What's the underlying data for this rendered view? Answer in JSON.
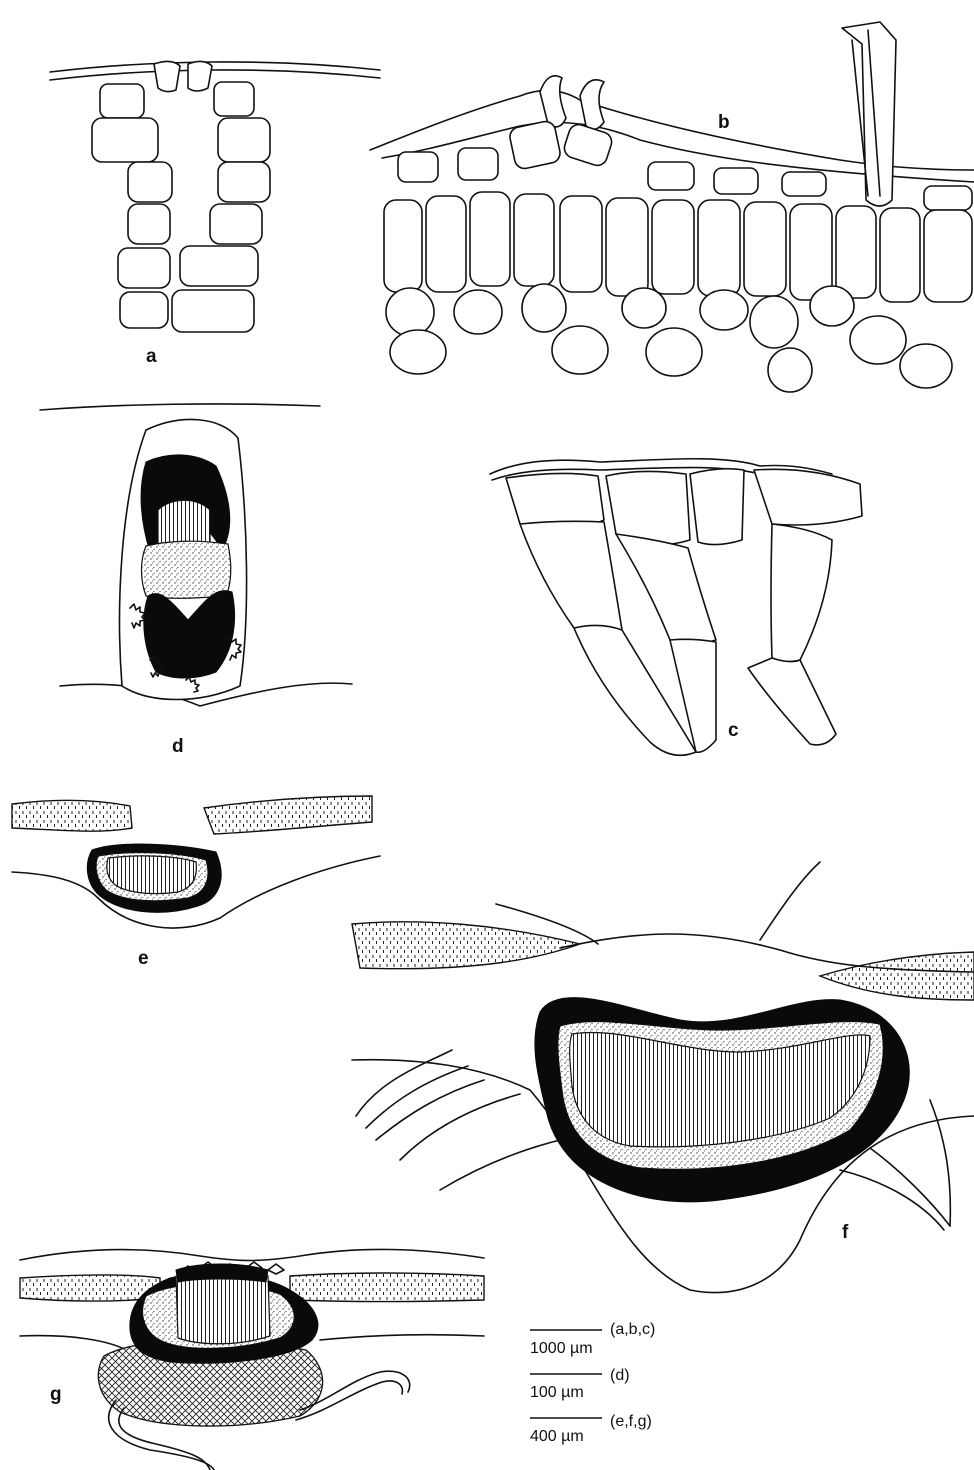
{
  "panel_labels": {
    "a": "a",
    "b": "b",
    "c": "c",
    "d": "d",
    "e": "e",
    "f": "f",
    "g": "g"
  },
  "scale_bars": [
    {
      "value": "1000 µm",
      "panels": "(a,b,c)"
    },
    {
      "value": "100 µm",
      "panels": "(d)"
    },
    {
      "value": "400 µm",
      "panels": "(e,f,g)"
    }
  ]
}
